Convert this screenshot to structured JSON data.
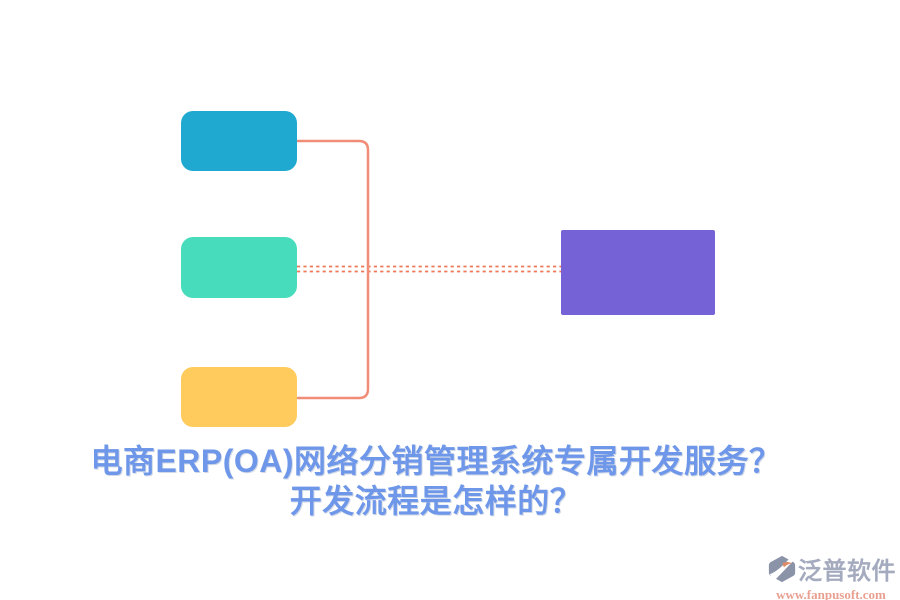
{
  "title": {
    "line1": "电商ERP(OA)网络分销管理系统专属开发服务？",
    "line2": "开发流程是怎样的？",
    "color": "#6E97E9"
  },
  "diagram": {
    "boxes": [
      {
        "id": "step-top",
        "color": "#1FA9D1"
      },
      {
        "id": "step-middle",
        "color": "#47DCBC"
      },
      {
        "id": "step-bottom",
        "color": "#FFCB5C"
      },
      {
        "id": "target",
        "color": "#7462D6"
      }
    ],
    "connector_color": "#F18C77",
    "dashed_color": "#EE7957"
  },
  "branding": {
    "logo_text": "泛普软件",
    "website": "www.fanpusoft.com",
    "logo_text_color": "#A5ABBF",
    "website_color": "#E9A091",
    "icon_color": "#8A93A8",
    "icon_accent": "#DE8A64"
  }
}
